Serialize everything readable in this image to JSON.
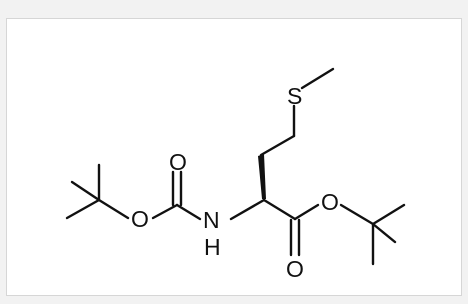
{
  "molecule": {
    "atoms": {
      "sulfur": "S",
      "carbonyl_oxygen_boc": "O",
      "ester_oxygen_boc": "O",
      "nitrogen": "N",
      "nitrogen_hydrogen": "H",
      "ester_oxygen_tbu": "O",
      "carbonyl_oxygen_ester": "O"
    },
    "colors": {
      "bond": "#111111",
      "panel_background": "#ffffff",
      "page_background": "#f2f2f2"
    }
  }
}
